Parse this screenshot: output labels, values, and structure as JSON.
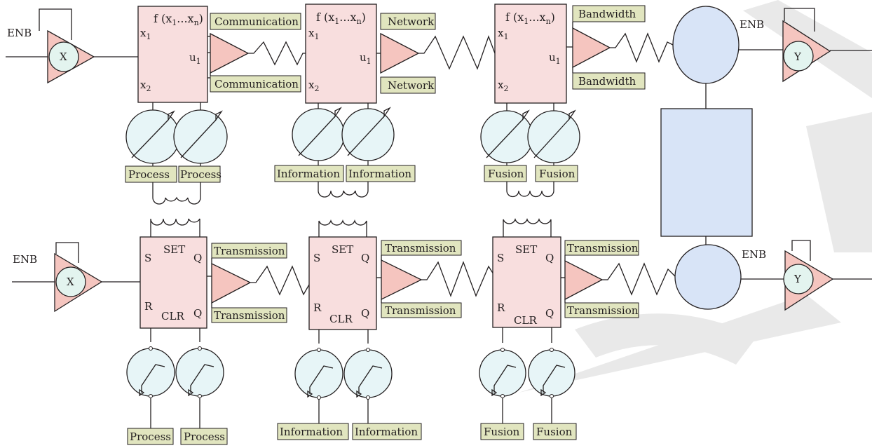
{
  "labels": {
    "enb": "ENB",
    "x": "X",
    "y": "Y",
    "f": "f",
    "x1": "x",
    "x2": "x",
    "u1": "u",
    "sub1": "1",
    "sub2": "2",
    "subn": "n",
    "dots": "...",
    "set": "SET",
    "clr": "CLR",
    "s": "S",
    "r": "R",
    "q": "Q"
  },
  "tags": {
    "communication": "Communication",
    "network": "Network",
    "bandwidth": "Bandwidth",
    "process": "Process",
    "information": "Information",
    "fusion": "Fusion",
    "transmission": "Transmission"
  },
  "colors": {
    "block_fill": "#f8dede",
    "amplifier_fill": "#f5c5bf",
    "gate_circle_fill": "#e3f4ef",
    "meter_fill": "#e7f5f7",
    "blue_fill": "#d8e4f7",
    "tag_fill": "#e1e5bf",
    "stroke": "#231f20"
  }
}
